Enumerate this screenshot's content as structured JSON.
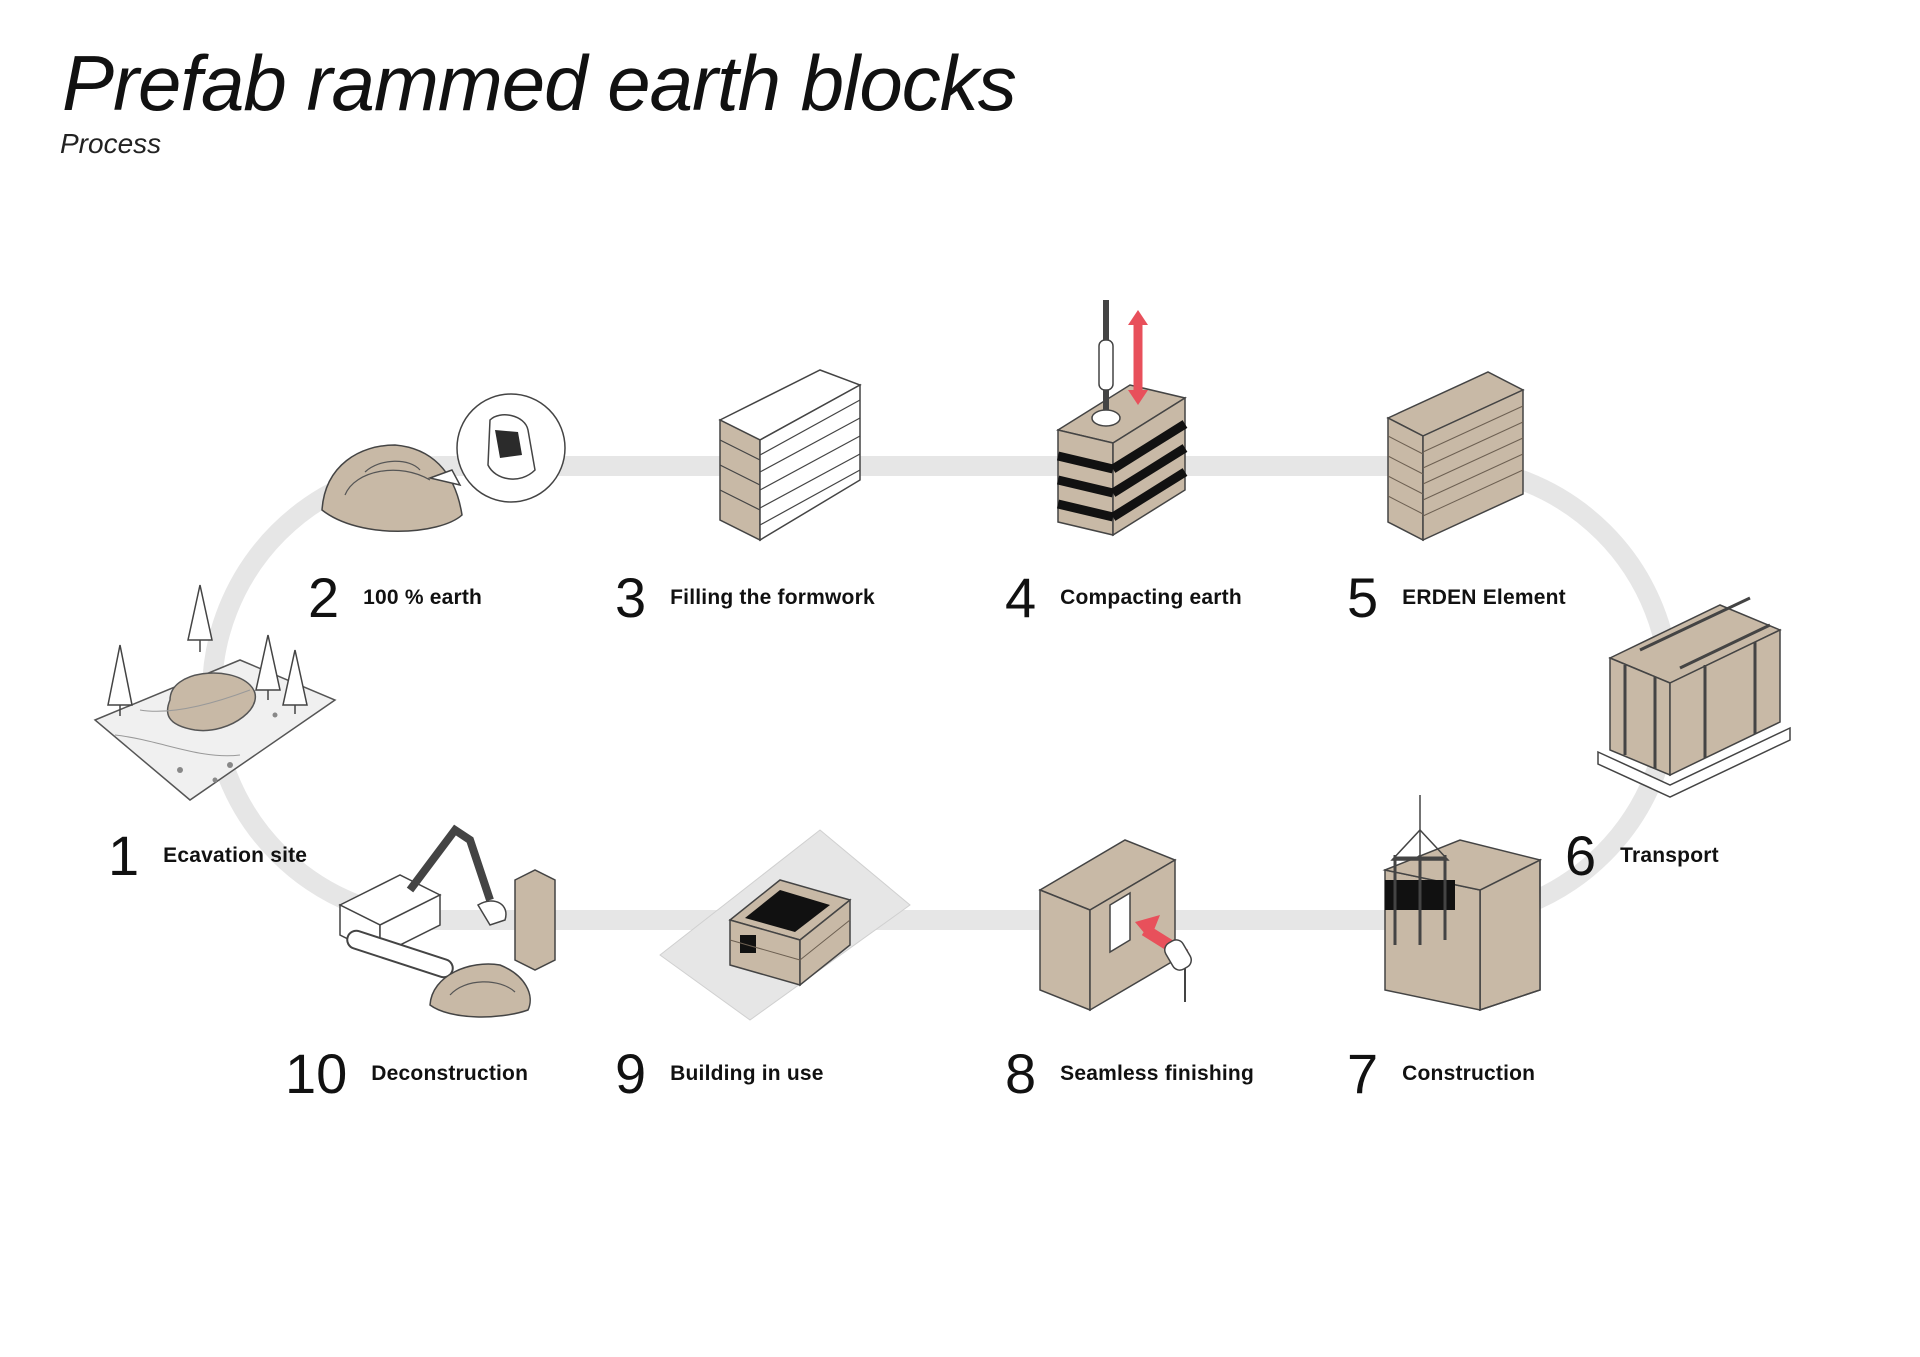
{
  "header": {
    "title": "Prefab rammed earth blocks",
    "subtitle": "Process"
  },
  "colors": {
    "earth": "#c8b9a6",
    "track": "#e6e6e6",
    "accent": "#e8505b",
    "line": "#2b2b2b"
  },
  "steps": [
    {
      "number": "1",
      "label": "Ecavation site",
      "icon": "excavation-site-icon"
    },
    {
      "number": "2",
      "label": "100 % earth",
      "icon": "earth-mound-icon"
    },
    {
      "number": "3",
      "label": "Filling the formwork",
      "icon": "formwork-icon"
    },
    {
      "number": "4",
      "label": "Compacting earth",
      "icon": "rammer-icon"
    },
    {
      "number": "5",
      "label": "ERDEN Element",
      "icon": "earth-block-icon"
    },
    {
      "number": "6",
      "label": "Transport",
      "icon": "crate-pallet-icon"
    },
    {
      "number": "7",
      "label": "Construction",
      "icon": "crane-wall-icon"
    },
    {
      "number": "8",
      "label": "Seamless finishing",
      "icon": "trowel-wall-icon"
    },
    {
      "number": "9",
      "label": "Building in use",
      "icon": "house-icon"
    },
    {
      "number": "10",
      "label": "Deconstruction",
      "icon": "excavator-icon"
    }
  ]
}
